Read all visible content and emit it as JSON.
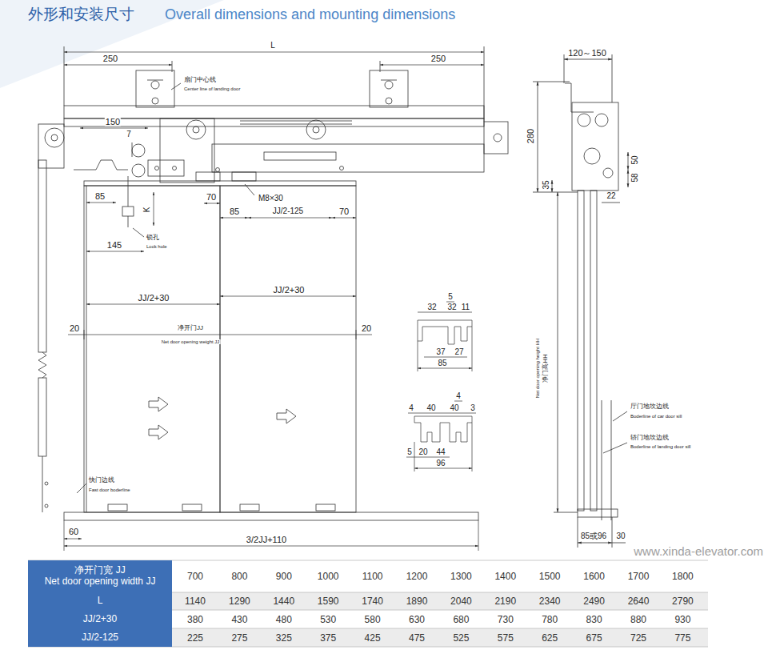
{
  "diagram": {
    "title": "外形和安装尺寸",
    "nodes": [
      {
        "text": [
          "净开门宽 JJ",
          "Net door opening width JJ"
        ]
      },
      {
        "text": [
          "L"
        ]
      },
      {
        "text": [
          "JJ/2+30"
        ]
      },
      {
        "text": [
          "JJ/2-125"
        ]
      }
    ],
    "labels": [
      "Overall dimensions and mounting dimensions",
      "L",
      "250",
      "250",
      "扇门中心线",
      "Center line of landing door",
      "120～150",
      "150",
      "7",
      "280",
      "50",
      "58",
      "35",
      "22",
      "85",
      "70",
      "M8×30",
      "K",
      "85",
      "JJ/2-125",
      "70",
      "锁孔",
      "Lock hole",
      "145",
      "JJ/2+30",
      "JJ/2+30",
      "20",
      "净开门JJ",
      "Net door opening weight JJ",
      "20",
      "净门高HH",
      "Net door opening height HH",
      "5",
      "32",
      "32",
      "11",
      "37",
      "27",
      "85",
      "4",
      "4",
      "40",
      "40",
      "3",
      "5",
      "20",
      "44",
      "96",
      "厅门地坎边线",
      "Boderline of car door sill",
      "轿门地坎边线",
      "Boderline of landing door sill",
      "快门边线",
      "Fast door boderline",
      "60",
      "3/2JJ+110",
      "85或96",
      "30",
      "700",
      "800",
      "900",
      "1000",
      "1100",
      "1200",
      "1300",
      "1400",
      "1500",
      "1600",
      "1700",
      "1800",
      "1140",
      "1290",
      "1440",
      "1590",
      "1740",
      "1890",
      "2040",
      "2190",
      "2340",
      "2490",
      "2640",
      "2790",
      "380",
      "430",
      "480",
      "530",
      "580",
      "630",
      "680",
      "730",
      "780",
      "830",
      "880",
      "930",
      "225",
      "275",
      "325",
      "375",
      "425",
      "475",
      "525",
      "575",
      "625",
      "675",
      "725",
      "775",
      "www.xinda-elevator.com"
    ]
  }
}
